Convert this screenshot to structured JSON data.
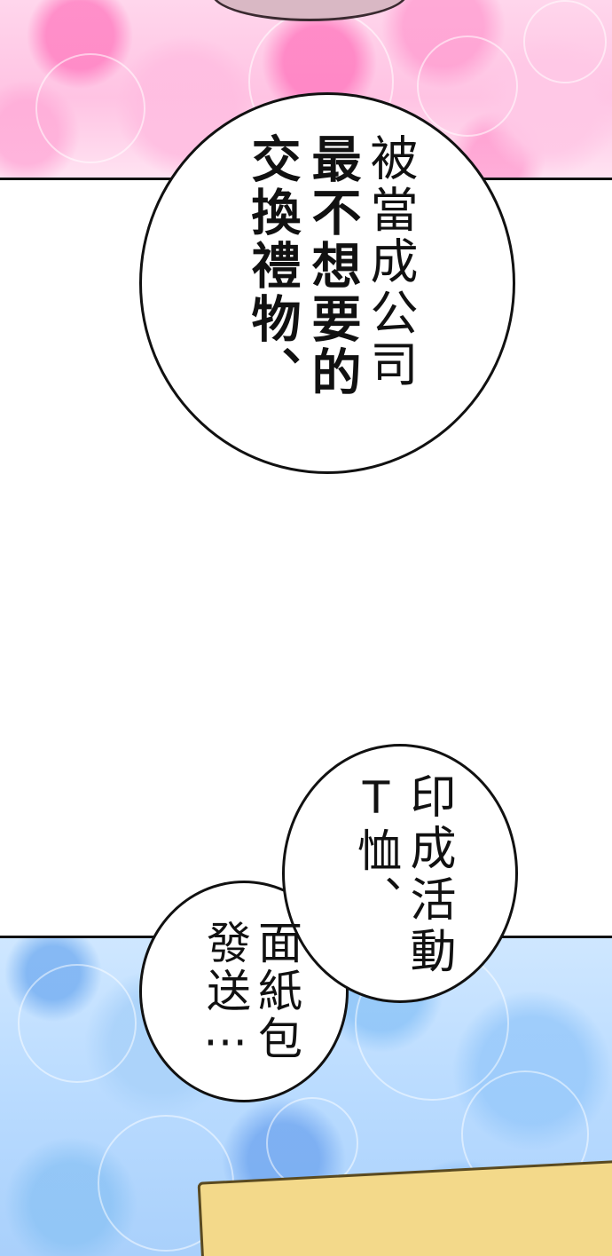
{
  "colors": {
    "top_panel": "#ffc3e3",
    "bottom_panel": "#b9dbff",
    "bubble_fill": "#ffffff",
    "outline": "#111111",
    "yellow_object": "#f3d98a"
  },
  "bubble1": {
    "col1": "被當成公司",
    "col2": "最不想要的",
    "col3": "交換禮物、"
  },
  "bubble2": {
    "col1": "印成活動",
    "col2": "T恤、"
  },
  "bubble3": {
    "col1": "面紙包",
    "col2": "發送⋯"
  }
}
